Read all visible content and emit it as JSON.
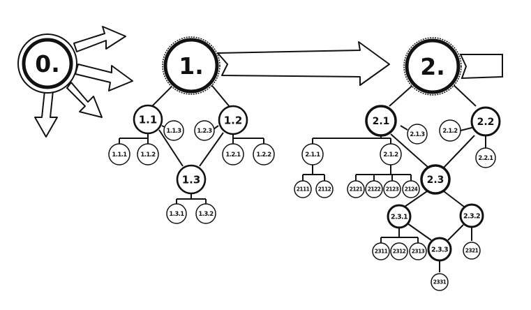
{
  "diagram": {
    "stages": [
      {
        "id": "s0",
        "label": "0."
      },
      {
        "id": "s1",
        "label": "1."
      },
      {
        "id": "s2",
        "label": "2."
      }
    ],
    "nodes": [
      {
        "id": "n1_1",
        "label": "1.1"
      },
      {
        "id": "n1_2",
        "label": "1.2"
      },
      {
        "id": "n1_3",
        "label": "1.3"
      },
      {
        "id": "n1_1_1",
        "label": "1.1.1"
      },
      {
        "id": "n1_1_2",
        "label": "1.1.2"
      },
      {
        "id": "n1_1_3",
        "label": "1.1.3"
      },
      {
        "id": "n1_2_3",
        "label": "1.2.3"
      },
      {
        "id": "n1_2_1",
        "label": "1.2.1"
      },
      {
        "id": "n1_2_2",
        "label": "1.2.2"
      },
      {
        "id": "n1_3_1",
        "label": "1.3.1"
      },
      {
        "id": "n1_3_2",
        "label": "1.3.2"
      },
      {
        "id": "n2_1",
        "label": "2.1"
      },
      {
        "id": "n2_2",
        "label": "2.2"
      },
      {
        "id": "n2_3",
        "label": "2.3"
      },
      {
        "id": "n2_1_3",
        "label": "2.1.3"
      },
      {
        "id": "n2_1_2b",
        "label": "2.1.2"
      },
      {
        "id": "n2_2_1",
        "label": "2.2.1"
      },
      {
        "id": "n2_1_1",
        "label": "2.1.1"
      },
      {
        "id": "n2_1_2",
        "label": "2.1.2"
      },
      {
        "id": "n2111",
        "label": "2111"
      },
      {
        "id": "n2112",
        "label": "2112"
      },
      {
        "id": "n2121",
        "label": "2121"
      },
      {
        "id": "n2122",
        "label": "2122"
      },
      {
        "id": "n2123",
        "label": "2123"
      },
      {
        "id": "n2124",
        "label": "2124"
      },
      {
        "id": "n2_3_1",
        "label": "2.3.1"
      },
      {
        "id": "n2_3_2",
        "label": "2.3.2"
      },
      {
        "id": "n2_3_3",
        "label": "2.3.3"
      },
      {
        "id": "n2311",
        "label": "2311"
      },
      {
        "id": "n2312",
        "label": "2312"
      },
      {
        "id": "n2313",
        "label": "2313"
      },
      {
        "id": "n2321",
        "label": "2321"
      },
      {
        "id": "n2331",
        "label": "2331"
      }
    ]
  }
}
